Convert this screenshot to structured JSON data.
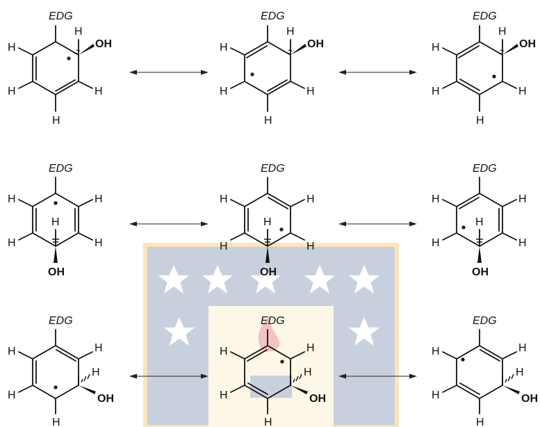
{
  "labels": {
    "edg": "EDG",
    "h": "H",
    "oh": "OH"
  },
  "colors": {
    "ink": "#111111",
    "watermark_blue": "#5a6f99",
    "watermark_gold": "#f0b030",
    "watermark_cream": "#fbe7b6",
    "watermark_red": "#d9434a"
  },
  "watermark": {
    "description_icon": "university-crest-watermark"
  }
}
